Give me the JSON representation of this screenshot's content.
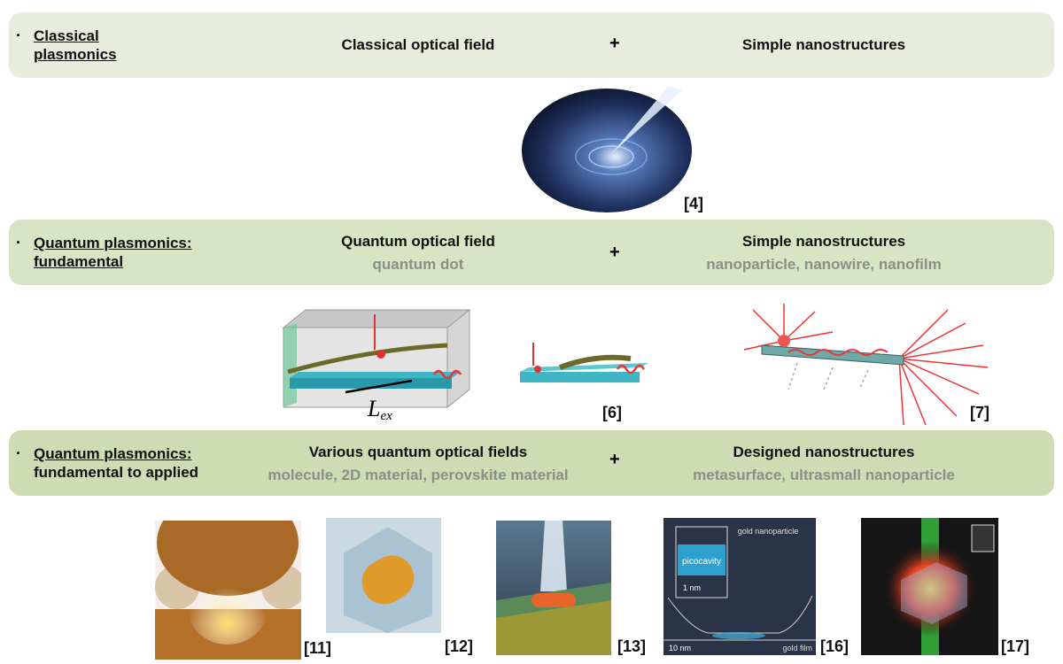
{
  "rows": [
    {
      "category": [
        "Classical",
        "plasmonics"
      ],
      "field": "Classical optical field",
      "field_sub": "",
      "plus": "+",
      "structure": "Simple nanostructures",
      "structure_sub": ""
    },
    {
      "category": [
        "Quantum plasmonics:",
        "fundamental"
      ],
      "field": "Quantum optical field",
      "field_sub": "quantum dot",
      "plus": "+",
      "structure": "Simple nanostructures",
      "structure_sub": "nanoparticle, nanowire, nanofilm"
    },
    {
      "category": [
        "Quantum plasmonics:",
        "fundamental to applied"
      ],
      "field": "Various quantum optical fields",
      "field_sub": "molecule, 2D material, perovskite material",
      "plus": "+",
      "structure": "Designed nanostructures",
      "structure_sub": "metasurface, ultrasmall nanoparticle"
    }
  ],
  "bullet": "·",
  "refs": {
    "r4": "[4]",
    "r6": "[6]",
    "r7": "[7]",
    "r11": "[11]",
    "r12": "[12]",
    "r13": "[13]",
    "r16": "[16]",
    "r17": "[17]"
  },
  "fig_labels": {
    "lex": "L",
    "lex_sub": "ex",
    "gold_np": "gold nanoparticle",
    "picocavity": "picocavity",
    "one_nm": "1 nm",
    "ten_nm": "10 nm",
    "gold_film": "gold film"
  }
}
